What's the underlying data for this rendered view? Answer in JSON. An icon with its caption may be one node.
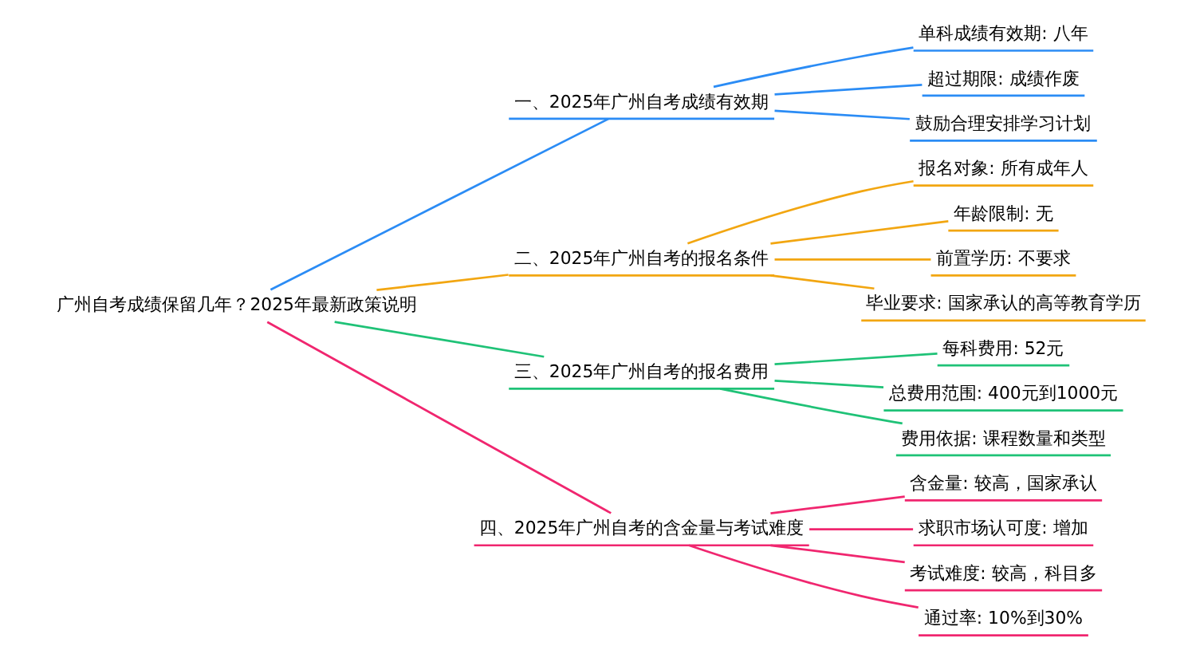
{
  "diagram": {
    "nodes": [
      {
        "text": [
          "广州自考成绩保留几年？2025年最新政策说明"
        ]
      },
      {
        "text": [
          "一、2025年广州自考成绩有效期"
        ]
      },
      {
        "text": [
          "单科成绩有效期: 八年"
        ]
      },
      {
        "text": [
          "超过期限: 成绩作废"
        ]
      },
      {
        "text": [
          "鼓励合理安排学习计划"
        ]
      },
      {
        "text": [
          "二、2025年广州自考的报名条件"
        ]
      },
      {
        "text": [
          "报名对象: 所有成年人"
        ]
      },
      {
        "text": [
          "年龄限制: 无"
        ]
      },
      {
        "text": [
          "前置学历: 不要求"
        ]
      },
      {
        "text": [
          "毕业要求: 国家承认的高等教育学历"
        ]
      },
      {
        "text": [
          "三、2025年广州自考的报名费用"
        ]
      },
      {
        "text": [
          "每科费用: 52元"
        ]
      },
      {
        "text": [
          "总费用范围: 400元到1000元"
        ]
      },
      {
        "text": [
          "费用依据: 课程数量和类型"
        ]
      },
      {
        "text": [
          "四、2025年广州自考的含金量与考试难度"
        ]
      },
      {
        "text": [
          "含金量: 较高，国家承认"
        ]
      },
      {
        "text": [
          "求职市场认可度: 增加"
        ]
      },
      {
        "text": [
          "考试难度: 较高，科目多"
        ]
      },
      {
        "text": [
          "通过率: 10%到30%"
        ]
      }
    ],
    "edges": [
      {
        "from": 0,
        "to": 1,
        "arrow": "none",
        "color": "#2b8cf5"
      },
      {
        "from": 1,
        "to": 2,
        "arrow": "none",
        "color": "#2b8cf5"
      },
      {
        "from": 1,
        "to": 3,
        "arrow": "none",
        "color": "#2b8cf5"
      },
      {
        "from": 1,
        "to": 4,
        "arrow": "none",
        "color": "#2b8cf5"
      },
      {
        "from": 0,
        "to": 5,
        "arrow": "none",
        "color": "#f2a611"
      },
      {
        "from": 5,
        "to": 6,
        "arrow": "none",
        "color": "#f2a611"
      },
      {
        "from": 5,
        "to": 7,
        "arrow": "none",
        "color": "#f2a611"
      },
      {
        "from": 5,
        "to": 8,
        "arrow": "none",
        "color": "#f2a611"
      },
      {
        "from": 5,
        "to": 9,
        "arrow": "none",
        "color": "#f2a611"
      },
      {
        "from": 0,
        "to": 10,
        "arrow": "none",
        "color": "#1fc277"
      },
      {
        "from": 10,
        "to": 11,
        "arrow": "none",
        "color": "#1fc277"
      },
      {
        "from": 10,
        "to": 12,
        "arrow": "none",
        "color": "#1fc277"
      },
      {
        "from": 10,
        "to": 13,
        "arrow": "none",
        "color": "#1fc277"
      },
      {
        "from": 0,
        "to": 14,
        "arrow": "none",
        "color": "#f0266f"
      },
      {
        "from": 14,
        "to": 15,
        "arrow": "none",
        "color": "#f0266f"
      },
      {
        "from": 14,
        "to": 16,
        "arrow": "none",
        "color": "#f0266f"
      },
      {
        "from": 14,
        "to": 17,
        "arrow": "none",
        "color": "#f0266f"
      },
      {
        "from": 14,
        "to": 18,
        "arrow": "none",
        "color": "#f0266f"
      }
    ]
  }
}
